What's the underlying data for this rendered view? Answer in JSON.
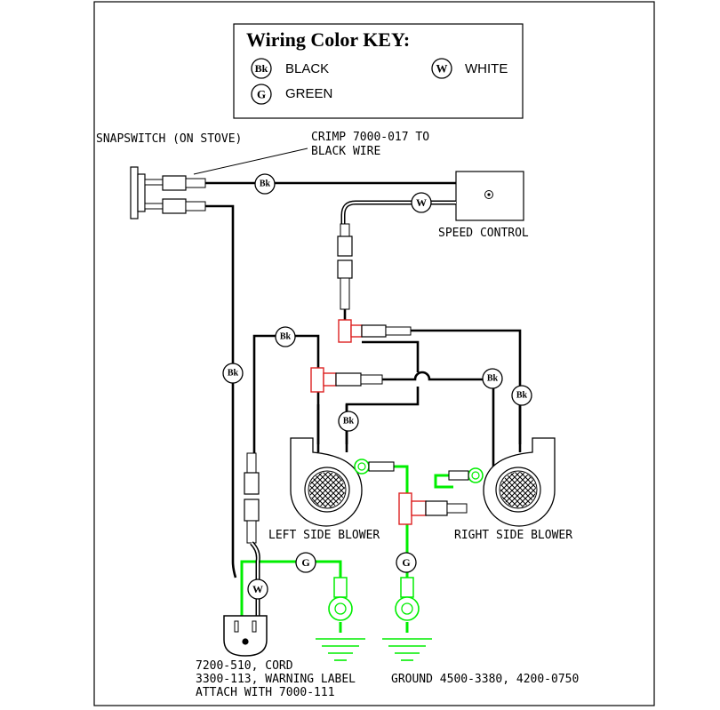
{
  "key": {
    "title": "Wiring Color KEY:",
    "items": [
      {
        "abbr": "Bk",
        "label": "BLACK"
      },
      {
        "abbr": "G",
        "label": "GREEN"
      },
      {
        "abbr": "W",
        "label": "WHITE"
      }
    ]
  },
  "labels": {
    "snapswitch": "SNAPSWITCH (ON STOVE)",
    "crimp_line1": "CRIMP 7000-017 TO",
    "crimp_line2": "BLACK WIRE",
    "speed_control": "SPEED CONTROL",
    "left_blower": "LEFT SIDE BLOWER",
    "right_blower": "RIGHT SIDE BLOWER",
    "cord_line1": "7200-510, CORD",
    "cord_line2": "3300-113, WARNING LABEL",
    "cord_line3": "ATTACH WITH 7000-111",
    "ground": "GROUND 4500-3380, 4200-0750"
  },
  "wire_badges": [
    "Bk",
    "W",
    "Bk",
    "Bk",
    "Bk",
    "Bk",
    "Bk",
    "G",
    "W",
    "G"
  ],
  "colors": {
    "black_wire": "#000000",
    "green_wire": "#00ee00",
    "connector_red": "#dd2222"
  }
}
